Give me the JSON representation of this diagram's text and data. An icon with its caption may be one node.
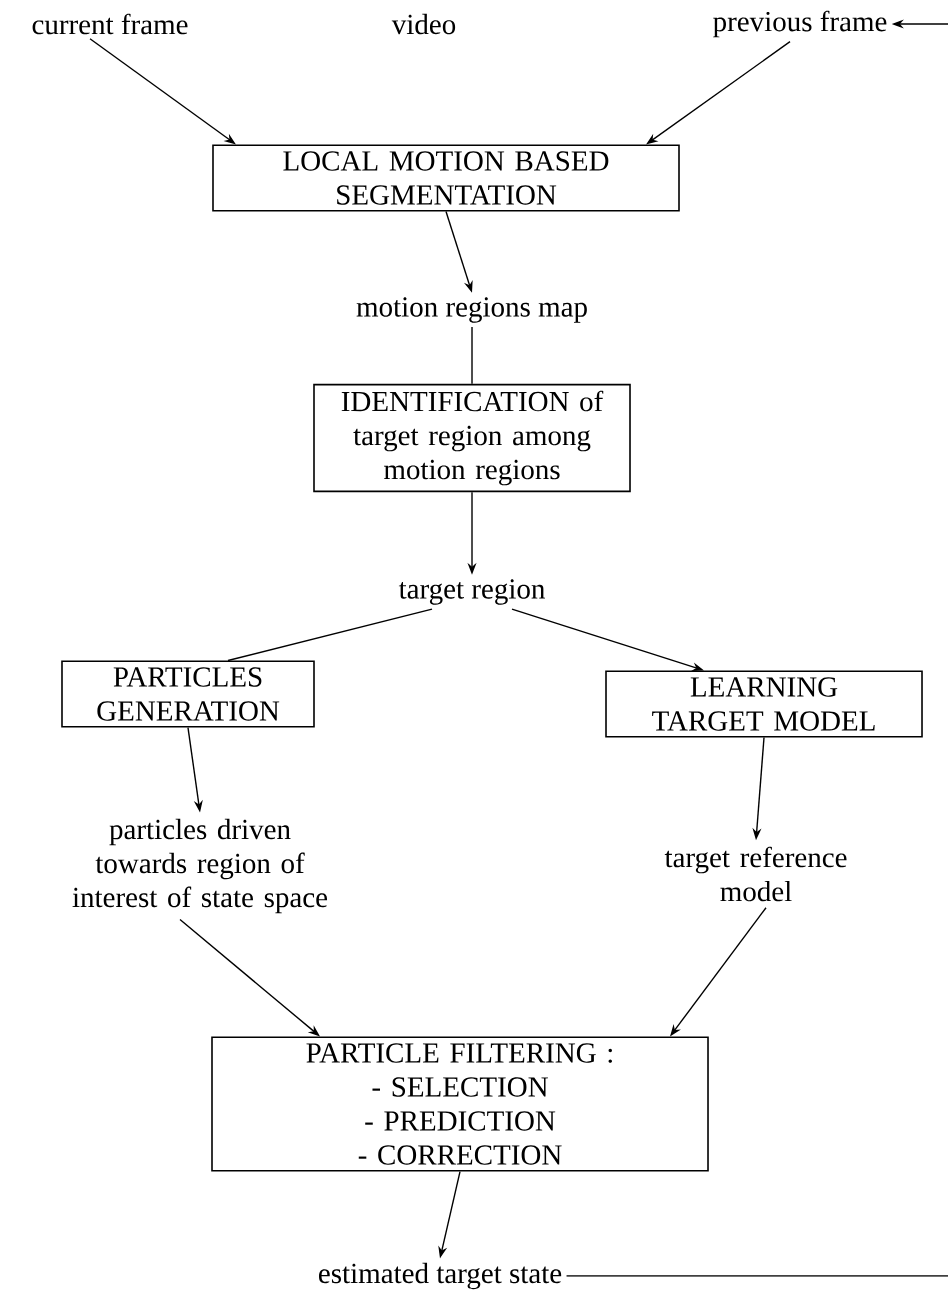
{
  "diagram": {
    "nodes": [
      {
        "text": [
          "current frame"
        ]
      },
      {
        "text": [
          "previous frame"
        ]
      },
      {
        "text": [
          "LOCAL MOTION BASED SEGMENTATION"
        ]
      },
      {
        "text": [
          "motion regions map"
        ]
      },
      {
        "text": [
          "IDENTIFICATION of target region among motion regions"
        ]
      },
      {
        "text": [
          "target region"
        ]
      },
      {
        "text": [
          "PARTICLES GENERATION"
        ]
      },
      {
        "text": [
          "LEARNING TARGET MODEL"
        ]
      },
      {
        "text": [
          "particles driven towards region of interest of state space"
        ]
      },
      {
        "text": [
          "target reference model"
        ]
      },
      {
        "text": [
          "PARTICLE FILTERING :",
          "- SELECTION",
          "- PREDICTION",
          "- CORRECTION"
        ]
      },
      {
        "text": [
          "estimated target state"
        ]
      }
    ],
    "edges": [
      {
        "from": 0,
        "to": 2,
        "arrow": "to"
      },
      {
        "from": 1,
        "to": 2,
        "arrow": "to"
      },
      {
        "from": null,
        "to": 1,
        "arrow": "to"
      },
      {
        "from": 2,
        "to": 3,
        "arrow": "to"
      },
      {
        "from": 3,
        "to": 4,
        "arrow": "none"
      },
      {
        "from": 4,
        "to": 5,
        "arrow": "to"
      },
      {
        "from": 5,
        "to": 6,
        "arrow": "none"
      },
      {
        "from": 5,
        "to": 7,
        "arrow": "to"
      },
      {
        "from": 6,
        "to": 8,
        "arrow": "to"
      },
      {
        "from": 7,
        "to": 9,
        "arrow": "to"
      },
      {
        "from": 8,
        "to": 10,
        "arrow": "to"
      },
      {
        "from": 9,
        "to": 10,
        "arrow": "to"
      },
      {
        "from": 10,
        "to": 11,
        "arrow": "to"
      },
      {
        "from": 11,
        "to": null,
        "arrow": "none"
      }
    ],
    "labels": [
      "video"
    ]
  }
}
